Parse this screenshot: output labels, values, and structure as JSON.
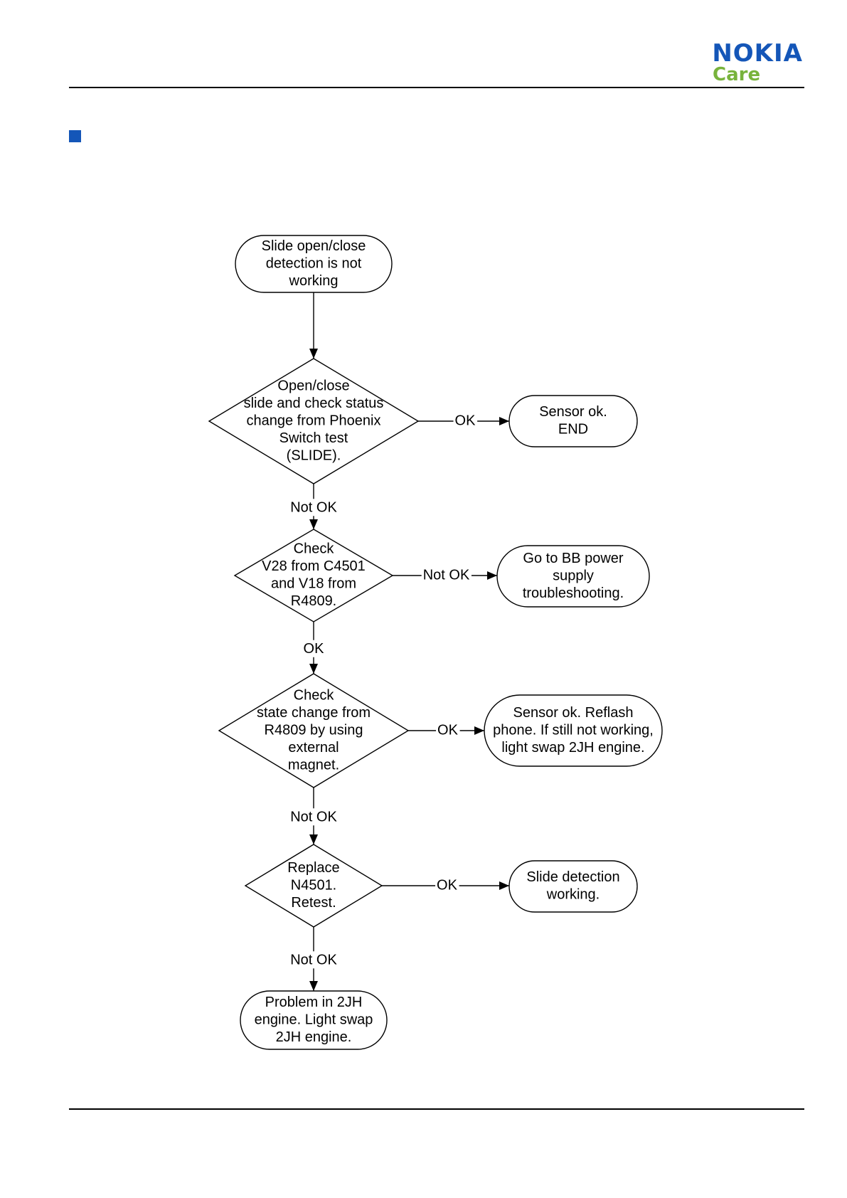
{
  "header": {
    "logo_brand": "NOKIA",
    "logo_sub": "Care"
  },
  "colors": {
    "brand_blue": "#1456b8",
    "care_green": "#78b33c"
  },
  "flowchart": {
    "nodes": [
      {
        "id": "start",
        "shape": "terminal",
        "lines": [
          "Slide open/close",
          "detection is not",
          "working"
        ]
      },
      {
        "id": "d1",
        "shape": "decision",
        "lines": [
          "Open/close",
          "slide and check status",
          "change from Phoenix",
          "Switch test",
          "(SLIDE)."
        ]
      },
      {
        "id": "r1",
        "shape": "terminal",
        "lines": [
          "Sensor ok.",
          "END"
        ]
      },
      {
        "id": "d2",
        "shape": "decision",
        "lines": [
          "Check",
          "V28 from C4501",
          "and V18 from",
          "R4809."
        ]
      },
      {
        "id": "r2",
        "shape": "terminal",
        "lines": [
          "Go to BB power",
          "supply",
          "troubleshooting."
        ]
      },
      {
        "id": "d3",
        "shape": "decision",
        "lines": [
          "Check",
          "state change from",
          "R4809 by using",
          "external",
          "magnet."
        ]
      },
      {
        "id": "r3",
        "shape": "terminal",
        "lines": [
          "Sensor ok. Reflash",
          "phone. If still not working,",
          "light swap 2JH engine."
        ]
      },
      {
        "id": "d4",
        "shape": "decision",
        "lines": [
          "Replace",
          "N4501.",
          "Retest."
        ]
      },
      {
        "id": "r4",
        "shape": "terminal",
        "lines": [
          "Slide detection",
          "working."
        ]
      },
      {
        "id": "end",
        "shape": "terminal",
        "lines": [
          "Problem in 2JH",
          "engine. Light swap",
          "2JH engine."
        ]
      }
    ],
    "edges": [
      {
        "from": "start",
        "to": "d1",
        "label": ""
      },
      {
        "from": "d1",
        "to": "r1",
        "label": "OK"
      },
      {
        "from": "d1",
        "to": "d2",
        "label": "Not OK"
      },
      {
        "from": "d2",
        "to": "r2",
        "label": "Not OK"
      },
      {
        "from": "d2",
        "to": "d3",
        "label": "OK"
      },
      {
        "from": "d3",
        "to": "r3",
        "label": "OK"
      },
      {
        "from": "d3",
        "to": "d4",
        "label": "Not OK"
      },
      {
        "from": "d4",
        "to": "r4",
        "label": "OK"
      },
      {
        "from": "d4",
        "to": "end",
        "label": "Not OK"
      }
    ]
  }
}
